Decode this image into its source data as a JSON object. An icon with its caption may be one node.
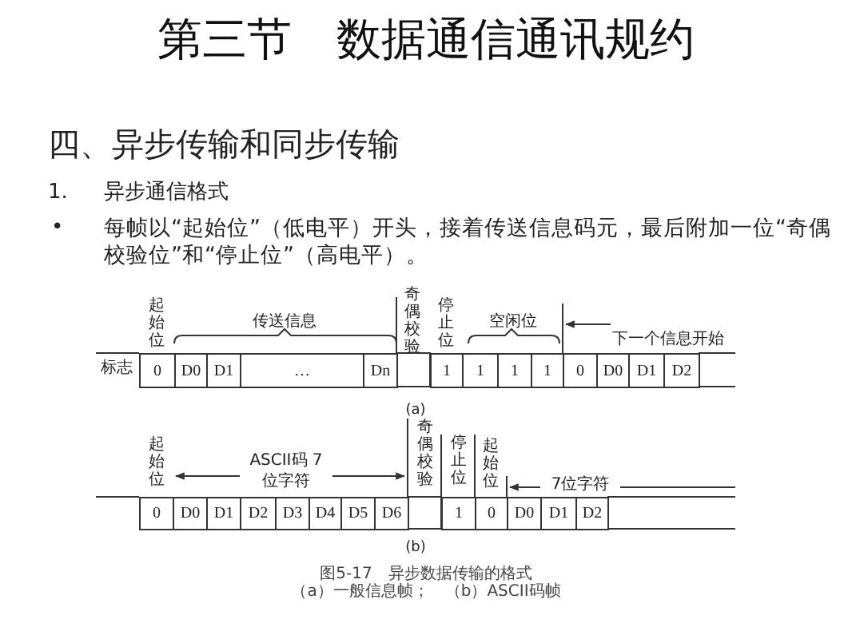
{
  "diagram": {
    "title": "第三节　数据通信通讯规约",
    "caption": "图5-17　异步数据传输的格式",
    "labels": [
      "四、异步传输和同步传输",
      "1.",
      "异步通信格式",
      "•",
      "每帧以“起始位”（低电平）开头，接着传送信息码元，最后附加一位“奇偶校验位”和“停止位”（高电平）。",
      "起始位",
      "传送信息",
      "奇偶校验",
      "停止位",
      "空闲位",
      "下一个信息开始",
      "标志",
      "0",
      "D0",
      "D1",
      "…",
      "Dn",
      "1",
      "1",
      "1",
      "1",
      "0",
      "D0",
      "D1",
      "D2",
      "(a)",
      "起始位",
      "ASCII码 7位字符",
      "奇偶校验",
      "停止位",
      "起始位",
      "7位字符",
      "0",
      "D0",
      "D1",
      "D2",
      "D3",
      "D4",
      "D5",
      "D6",
      "1",
      "0",
      "D0",
      "D1",
      "D2",
      "(b)",
      "（a）一般信息帧；　（b）ASCII码帧"
    ]
  }
}
